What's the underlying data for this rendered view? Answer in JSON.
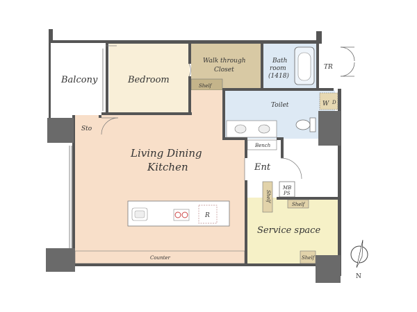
{
  "rooms": {
    "balcony": "Balcony",
    "bedroom": "Bedroom",
    "walk_closet_line1": "Walk through",
    "walk_closet_line2": "Closet",
    "bath_line1": "Bath",
    "bath_line2": "room",
    "bath_line3": "(1418)",
    "tr": "TR",
    "shelf_closet": "Shelf",
    "toilet": "Toilet",
    "wash": "W",
    "dryer": "D",
    "storage": "Sto",
    "ldk_line1": "Living Dining",
    "ldk_line2": "Kitchen",
    "bench": "Bench",
    "entrance": "Ent",
    "shelf_ent": "Shelf",
    "mb_ps_line1": "MB",
    "mb_ps_line2": "PS",
    "shelf_service_top": "Shelf",
    "service_space": "Service space",
    "shelf_service_bottom": "Shelf",
    "counter": "Counter",
    "refrigerator": "R"
  },
  "compass": {
    "north": "N"
  },
  "colors": {
    "ldk_floor": "#f8dfc9",
    "bedroom_floor": "#f9efd8",
    "closet_floor": "#d8c9a4",
    "wet_floor": "#dde9f4",
    "service_floor": "#f6f1c7",
    "wall": "#444444",
    "column": "#6a6a6a"
  }
}
